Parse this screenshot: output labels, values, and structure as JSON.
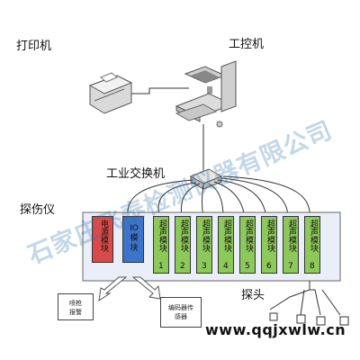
{
  "labels": {
    "printer": "打印机",
    "ipc": "工控机",
    "switch": "工业交换机",
    "detector": "探伤仪",
    "probe": "探头"
  },
  "modules": {
    "power": "电源模块",
    "io": "IO模块",
    "ultrasonic": [
      {
        "text": "超声模块",
        "num": "1"
      },
      {
        "text": "超声模块",
        "num": "2"
      },
      {
        "text": "超声模块",
        "num": "3"
      },
      {
        "text": "超声模块",
        "num": "4"
      },
      {
        "text": "超声模块",
        "num": "5"
      },
      {
        "text": "超声模块",
        "num": "6"
      },
      {
        "text": "超声模块",
        "num": "7"
      },
      {
        "text": "超声模块",
        "num": "8"
      }
    ]
  },
  "outputs": {
    "alarm": "喷枪报警",
    "encoder": "编码器传感器"
  },
  "watermark": "石家庄飞泰检测仪器有限公司",
  "url": "www.qqjxwlw.cn",
  "colors": {
    "power": "#d94a4a",
    "io": "#3b74c9",
    "ultrasonic": "#8dc85a",
    "panel": "#e9eef8"
  }
}
